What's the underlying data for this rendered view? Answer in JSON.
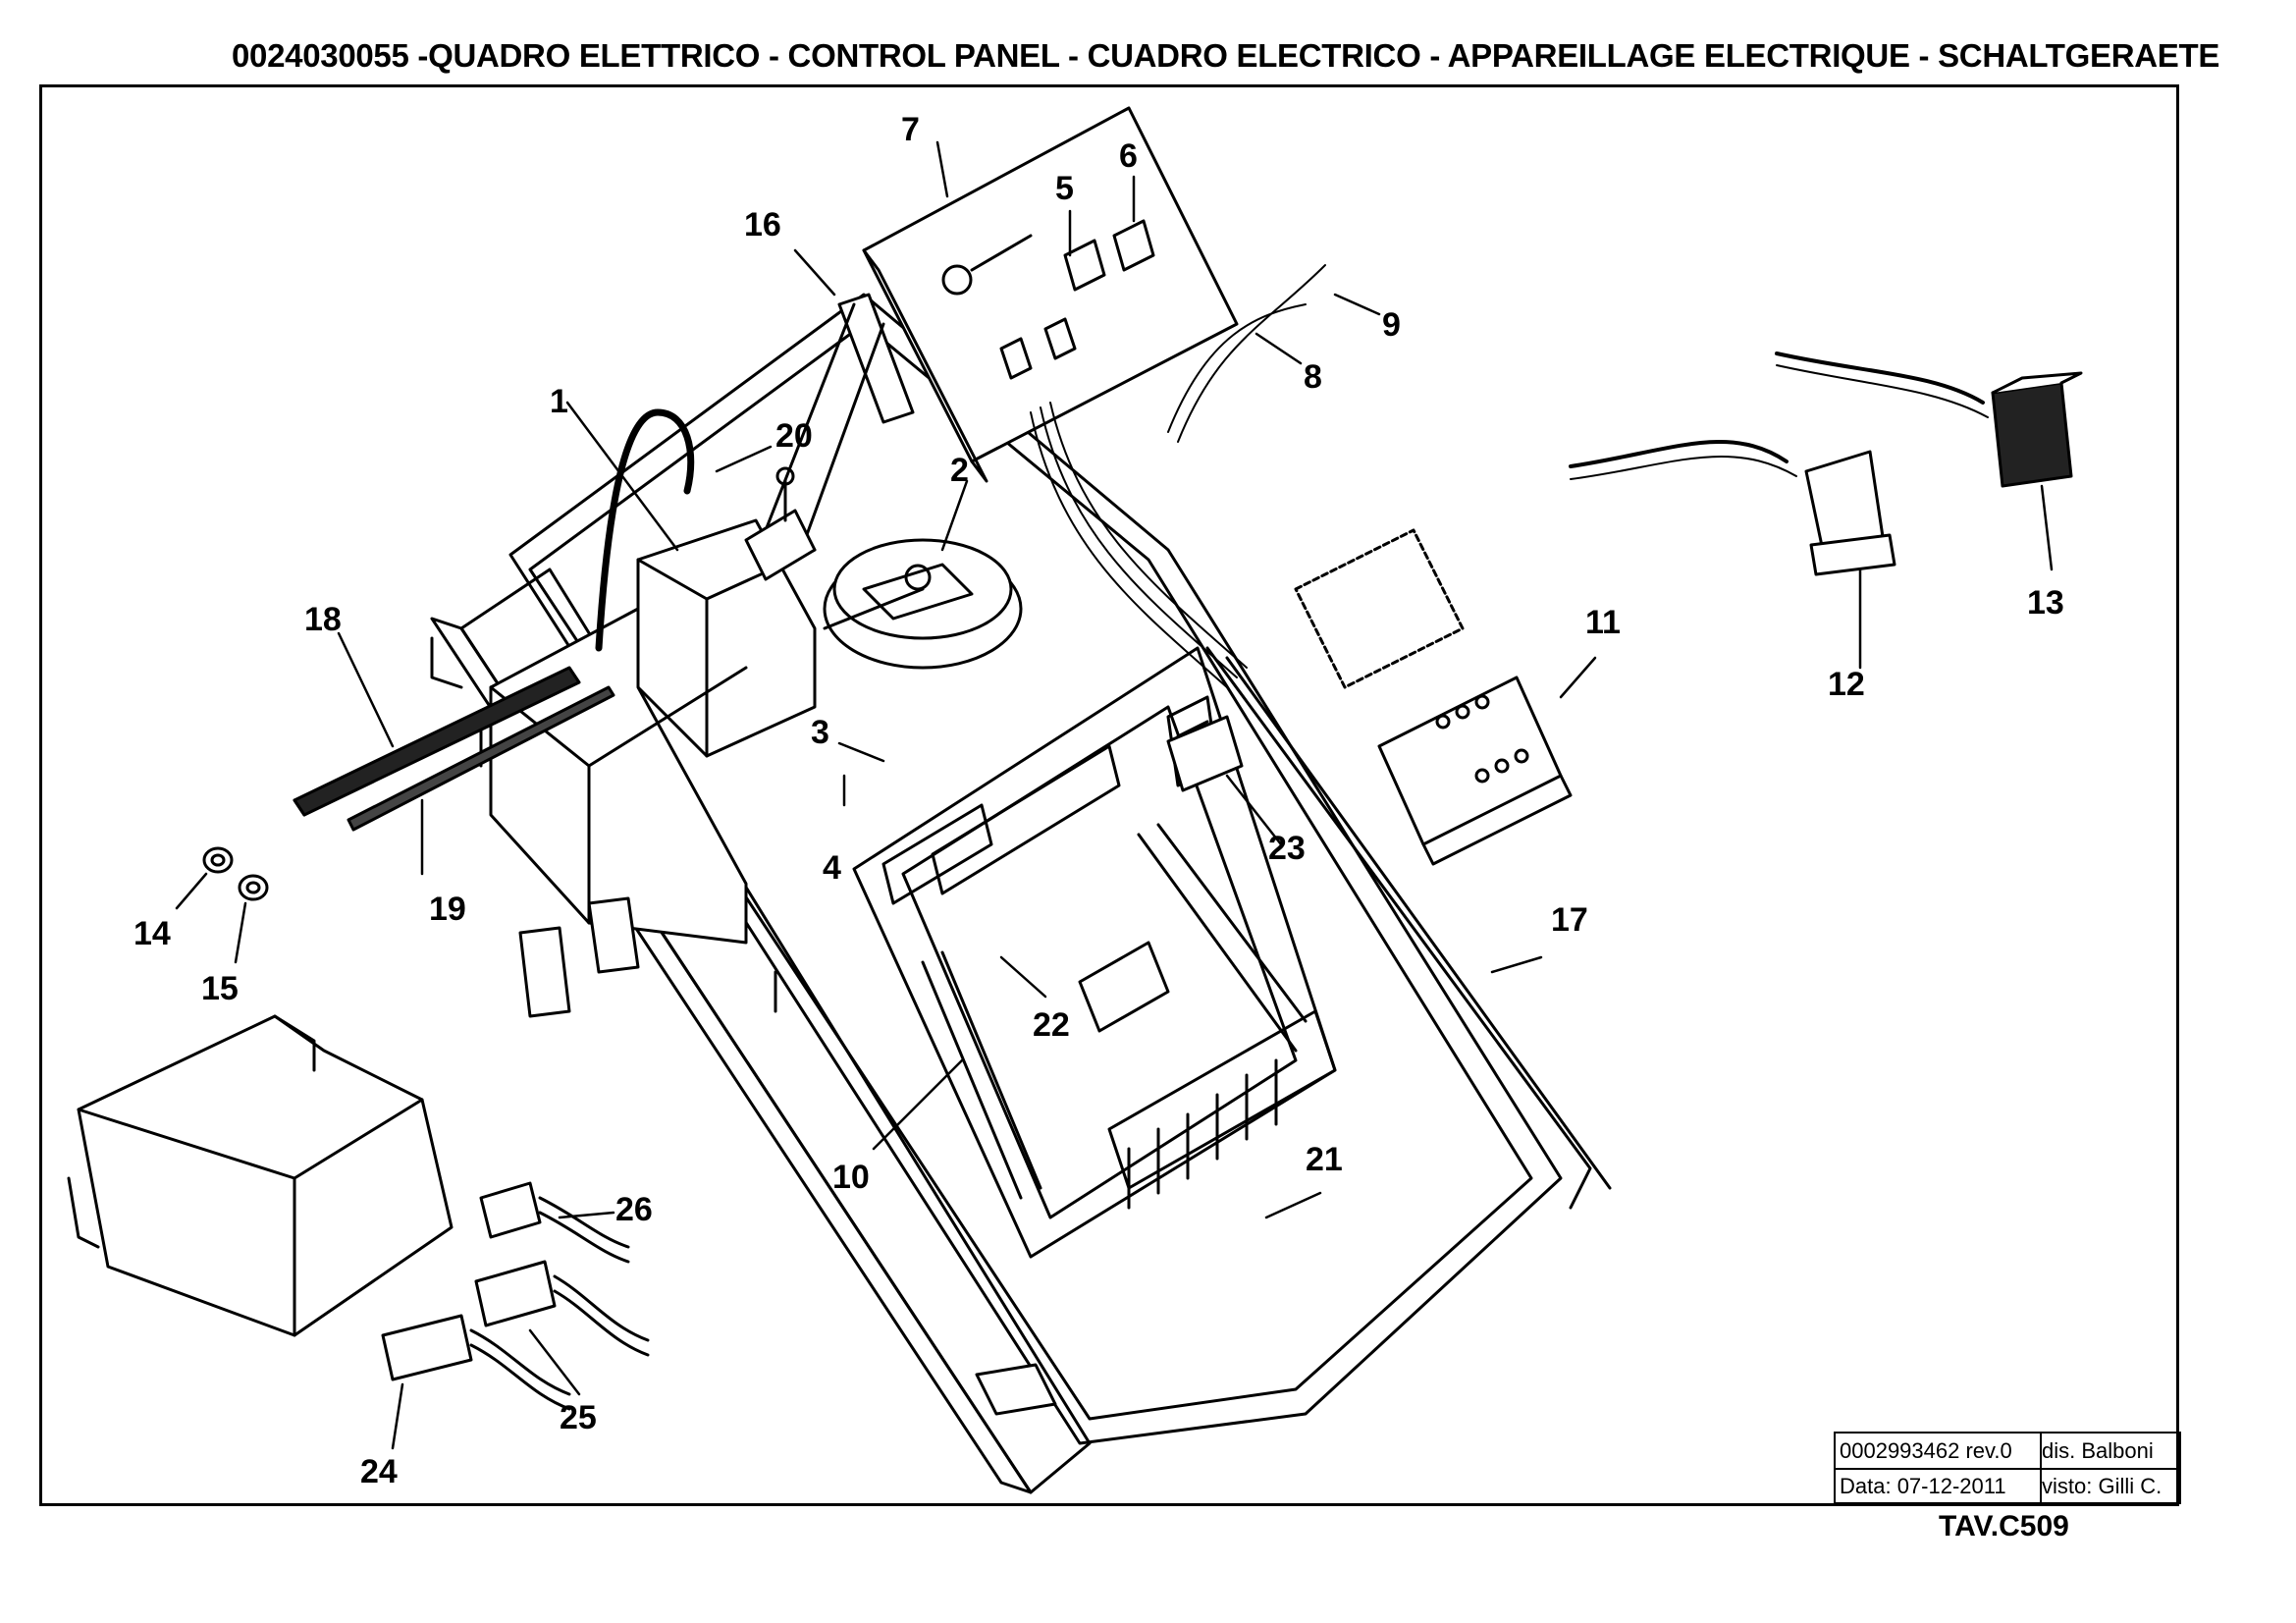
{
  "header": {
    "title": "0024030055 -QUADRO ELETTRICO - CONTROL PANEL - CUADRO ELECTRICO - APPAREILLAGE ELECTRIQUE - SCHALTGERAETE"
  },
  "callouts": [
    "1",
    "2",
    "3",
    "4",
    "5",
    "6",
    "7",
    "8",
    "9",
    "10",
    "11",
    "12",
    "13",
    "14",
    "15",
    "16",
    "17",
    "18",
    "19",
    "20",
    "21",
    "22",
    "23",
    "24",
    "25",
    "26"
  ],
  "title_block": {
    "drawing_number": "0002993462 rev.0",
    "drawn_by": "dis. Balboni",
    "date": "Data: 07-12-2011",
    "checked_by": "visto: Gilli C."
  },
  "sheet_id": "TAV.C509",
  "colors": {
    "ink": "#000000",
    "paper": "#ffffff",
    "shade": "#222222"
  }
}
